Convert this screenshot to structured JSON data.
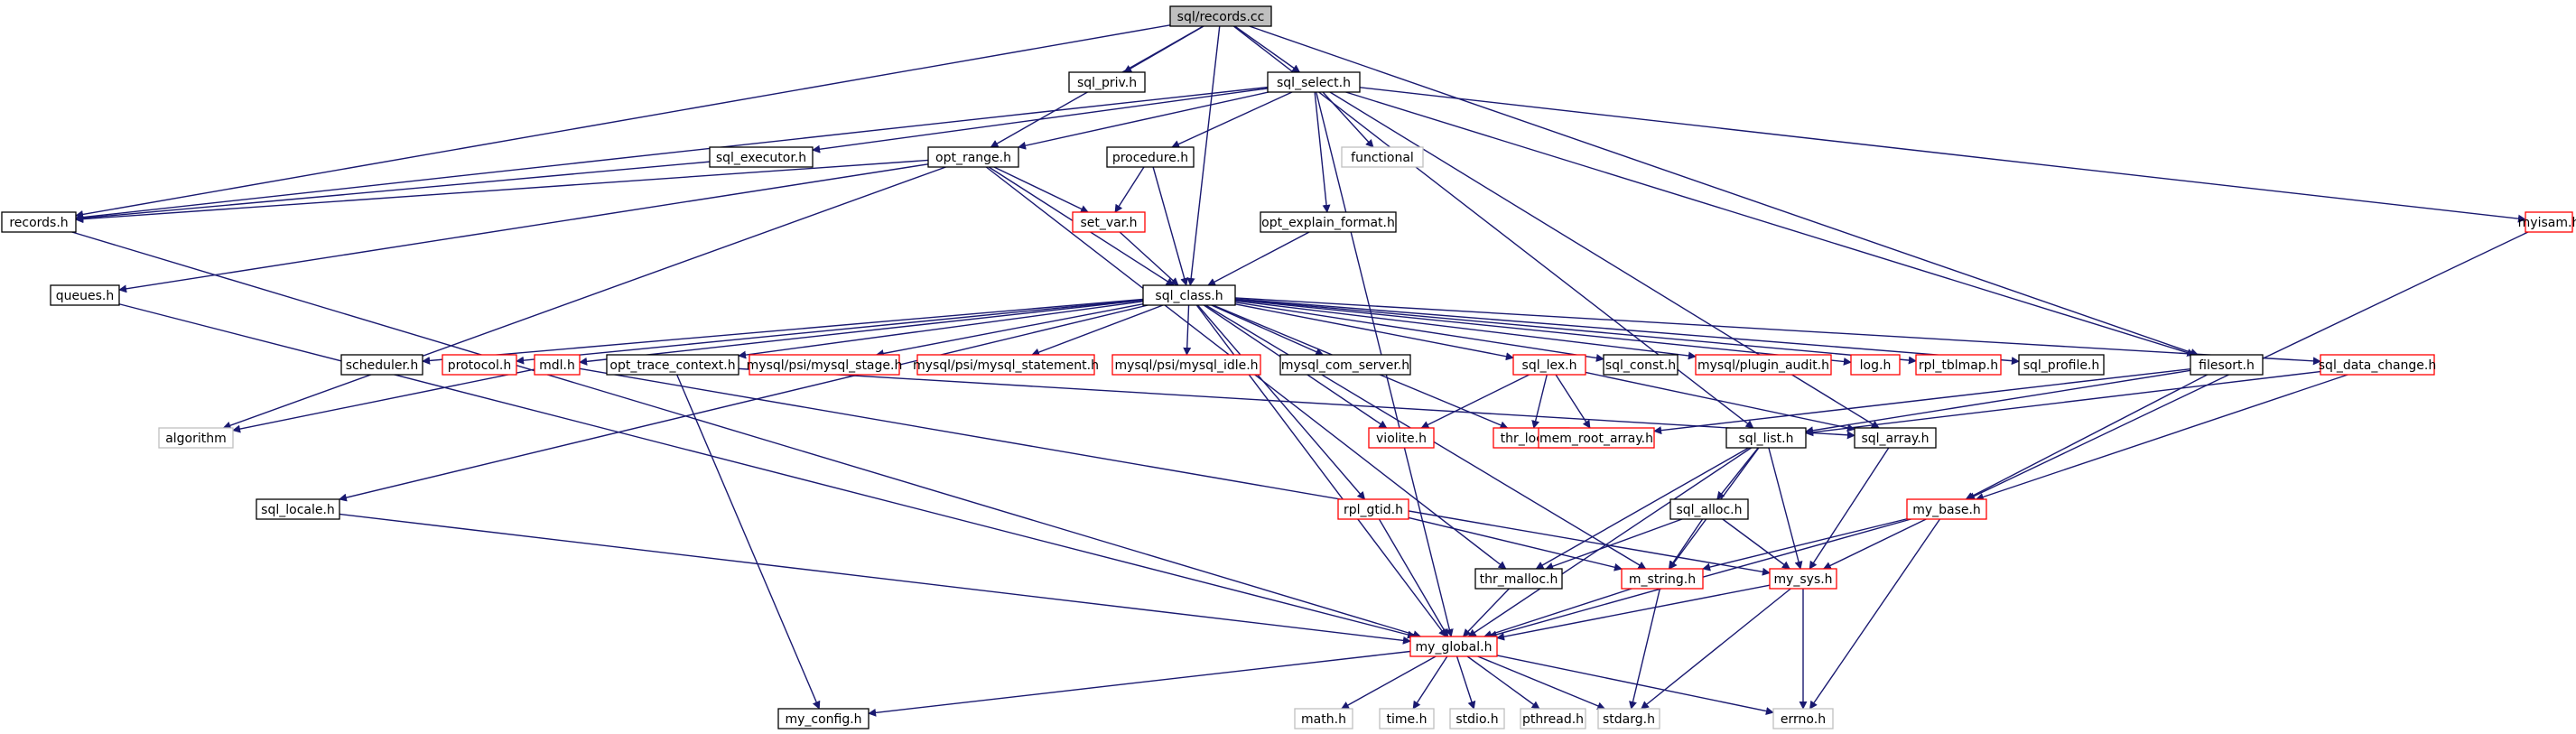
{
  "colors": {
    "edge": "#191970",
    "border_black": "#000000",
    "border_red": "#ff0000",
    "border_grey": "#bfbfbf",
    "root_fill": "#bfbfbf",
    "fill": "#ffffff"
  },
  "nodes": [
    {
      "id": "records_cc",
      "label": "sql/records.cc",
      "style": "root"
    },
    {
      "id": "sql_priv",
      "label": "sql_priv.h",
      "style": "black"
    },
    {
      "id": "sql_select",
      "label": "sql_select.h",
      "style": "black"
    },
    {
      "id": "sql_executor",
      "label": "sql_executor.h",
      "style": "black"
    },
    {
      "id": "opt_range",
      "label": "opt_range.h",
      "style": "black"
    },
    {
      "id": "procedure",
      "label": "procedure.h",
      "style": "black"
    },
    {
      "id": "functional",
      "label": "functional",
      "style": "grey"
    },
    {
      "id": "records_h",
      "label": "records.h",
      "style": "black"
    },
    {
      "id": "set_var",
      "label": "set_var.h",
      "style": "red"
    },
    {
      "id": "opt_explain",
      "label": "opt_explain_format.h",
      "style": "black"
    },
    {
      "id": "myisam",
      "label": "myisam.h",
      "style": "red"
    },
    {
      "id": "queues",
      "label": "queues.h",
      "style": "black"
    },
    {
      "id": "sql_class",
      "label": "sql_class.h",
      "style": "black"
    },
    {
      "id": "scheduler",
      "label": "scheduler.h",
      "style": "black"
    },
    {
      "id": "protocol",
      "label": "protocol.h",
      "style": "red"
    },
    {
      "id": "mdl",
      "label": "mdl.h",
      "style": "red"
    },
    {
      "id": "opt_trace_ctx",
      "label": "opt_trace_context.h",
      "style": "black"
    },
    {
      "id": "psi_stage",
      "label": "mysql/psi/mysql_stage.h",
      "style": "red"
    },
    {
      "id": "psi_statement",
      "label": "mysql/psi/mysql_statement.h",
      "style": "red"
    },
    {
      "id": "psi_idle",
      "label": "mysql/psi/mysql_idle.h",
      "style": "red"
    },
    {
      "id": "com_server",
      "label": "mysql_com_server.h",
      "style": "black"
    },
    {
      "id": "sql_lex",
      "label": "sql_lex.h",
      "style": "red"
    },
    {
      "id": "sql_const",
      "label": "sql_const.h",
      "style": "black"
    },
    {
      "id": "plugin_audit",
      "label": "mysql/plugin_audit.h",
      "style": "red"
    },
    {
      "id": "log_h",
      "label": "log.h",
      "style": "red"
    },
    {
      "id": "rpl_tblmap",
      "label": "rpl_tblmap.h",
      "style": "red"
    },
    {
      "id": "sql_profile",
      "label": "sql_profile.h",
      "style": "black"
    },
    {
      "id": "filesort",
      "label": "filesort.h",
      "style": "black"
    },
    {
      "id": "sql_data_change",
      "label": "sql_data_change.h",
      "style": "red"
    },
    {
      "id": "algorithm",
      "label": "algorithm",
      "style": "grey"
    },
    {
      "id": "violite",
      "label": "violite.h",
      "style": "red"
    },
    {
      "id": "thr_lock",
      "label": "thr_lock.h",
      "style": "red"
    },
    {
      "id": "mem_root_array",
      "label": "mem_root_array.h",
      "style": "red"
    },
    {
      "id": "sql_list",
      "label": "sql_list.h",
      "style": "black"
    },
    {
      "id": "sql_array",
      "label": "sql_array.h",
      "style": "black"
    },
    {
      "id": "sql_locale",
      "label": "sql_locale.h",
      "style": "black"
    },
    {
      "id": "rpl_gtid",
      "label": "rpl_gtid.h",
      "style": "red"
    },
    {
      "id": "sql_alloc",
      "label": "sql_alloc.h",
      "style": "black"
    },
    {
      "id": "my_base",
      "label": "my_base.h",
      "style": "red"
    },
    {
      "id": "thr_malloc",
      "label": "thr_malloc.h",
      "style": "black"
    },
    {
      "id": "m_string",
      "label": "m_string.h",
      "style": "red"
    },
    {
      "id": "my_sys",
      "label": "my_sys.h",
      "style": "red"
    },
    {
      "id": "my_global",
      "label": "my_global.h",
      "style": "red"
    },
    {
      "id": "my_config",
      "label": "my_config.h",
      "style": "black"
    },
    {
      "id": "math_h",
      "label": "math.h",
      "style": "grey"
    },
    {
      "id": "time_h",
      "label": "time.h",
      "style": "grey"
    },
    {
      "id": "stdio_h",
      "label": "stdio.h",
      "style": "grey"
    },
    {
      "id": "pthread_h",
      "label": "pthread.h",
      "style": "grey"
    },
    {
      "id": "stdarg_h",
      "label": "stdarg.h",
      "style": "grey"
    },
    {
      "id": "errno_h",
      "label": "errno.h",
      "style": "grey"
    }
  ],
  "edges": [
    [
      "records_cc",
      "sql_priv"
    ],
    [
      "records_cc",
      "sql_select"
    ],
    [
      "records_cc",
      "records_h"
    ],
    [
      "records_cc",
      "opt_range"
    ],
    [
      "records_cc",
      "sql_class"
    ],
    [
      "records_cc",
      "filesort"
    ],
    [
      "records_cc",
      "sql_list"
    ],
    [
      "sql_select",
      "sql_executor"
    ],
    [
      "sql_select",
      "opt_range"
    ],
    [
      "sql_select",
      "procedure"
    ],
    [
      "sql_select",
      "functional"
    ],
    [
      "sql_select",
      "opt_explain"
    ],
    [
      "sql_select",
      "myisam"
    ],
    [
      "sql_select",
      "records_h"
    ],
    [
      "sql_select",
      "filesort"
    ],
    [
      "sql_select",
      "sql_array"
    ],
    [
      "sql_select",
      "my_global"
    ],
    [
      "sql_executor",
      "records_h"
    ],
    [
      "opt_range",
      "records_h"
    ],
    [
      "opt_range",
      "queues"
    ],
    [
      "opt_range",
      "algorithm"
    ],
    [
      "opt_range",
      "set_var"
    ],
    [
      "opt_range",
      "sql_class"
    ],
    [
      "opt_range",
      "thr_malloc"
    ],
    [
      "procedure",
      "set_var"
    ],
    [
      "procedure",
      "sql_class"
    ],
    [
      "set_var",
      "sql_class"
    ],
    [
      "opt_explain",
      "sql_class"
    ],
    [
      "myisam",
      "my_base"
    ],
    [
      "records_h",
      "my_global"
    ],
    [
      "queues",
      "my_global"
    ],
    [
      "sql_class",
      "scheduler"
    ],
    [
      "sql_class",
      "protocol"
    ],
    [
      "sql_class",
      "mdl"
    ],
    [
      "sql_class",
      "opt_trace_ctx"
    ],
    [
      "sql_class",
      "psi_stage"
    ],
    [
      "sql_class",
      "psi_statement"
    ],
    [
      "sql_class",
      "psi_idle"
    ],
    [
      "sql_class",
      "com_server"
    ],
    [
      "sql_class",
      "sql_lex"
    ],
    [
      "sql_class",
      "sql_const"
    ],
    [
      "sql_class",
      "plugin_audit"
    ],
    [
      "sql_class",
      "log_h"
    ],
    [
      "sql_class",
      "rpl_tblmap"
    ],
    [
      "sql_class",
      "sql_profile"
    ],
    [
      "sql_class",
      "sql_data_change"
    ],
    [
      "sql_class",
      "violite"
    ],
    [
      "sql_class",
      "thr_lock"
    ],
    [
      "sql_class",
      "sql_locale"
    ],
    [
      "sql_class",
      "rpl_gtid"
    ],
    [
      "sql_class",
      "m_string"
    ],
    [
      "sql_class",
      "my_global"
    ],
    [
      "mdl",
      "algorithm"
    ],
    [
      "mdl",
      "my_sys"
    ],
    [
      "opt_trace_ctx",
      "my_config"
    ],
    [
      "opt_trace_ctx",
      "sql_array"
    ],
    [
      "sql_lex",
      "violite"
    ],
    [
      "sql_lex",
      "thr_lock"
    ],
    [
      "sql_lex",
      "mem_root_array"
    ],
    [
      "sql_lex",
      "sql_array"
    ],
    [
      "filesort",
      "sql_list"
    ],
    [
      "filesort",
      "mem_root_array"
    ],
    [
      "filesort",
      "my_base"
    ],
    [
      "sql_data_change",
      "sql_list"
    ],
    [
      "sql_data_change",
      "my_base"
    ],
    [
      "sql_list",
      "sql_alloc"
    ],
    [
      "sql_list",
      "thr_malloc"
    ],
    [
      "sql_list",
      "m_string"
    ],
    [
      "sql_list",
      "my_sys"
    ],
    [
      "sql_list",
      "my_global"
    ],
    [
      "sql_array",
      "my_sys"
    ],
    [
      "sql_locale",
      "my_global"
    ],
    [
      "rpl_gtid",
      "m_string"
    ],
    [
      "rpl_gtid",
      "my_global"
    ],
    [
      "sql_alloc",
      "thr_malloc"
    ],
    [
      "sql_alloc",
      "m_string"
    ],
    [
      "sql_alloc",
      "my_sys"
    ],
    [
      "my_base",
      "m_string"
    ],
    [
      "my_base",
      "my_sys"
    ],
    [
      "my_base",
      "my_global"
    ],
    [
      "my_base",
      "errno_h"
    ],
    [
      "thr_malloc",
      "my_global"
    ],
    [
      "m_string",
      "my_global"
    ],
    [
      "m_string",
      "stdarg_h"
    ],
    [
      "my_sys",
      "my_global"
    ],
    [
      "my_sys",
      "stdarg_h"
    ],
    [
      "my_sys",
      "errno_h"
    ],
    [
      "my_global",
      "my_config"
    ],
    [
      "my_global",
      "math_h"
    ],
    [
      "my_global",
      "time_h"
    ],
    [
      "my_global",
      "stdio_h"
    ],
    [
      "my_global",
      "pthread_h"
    ],
    [
      "my_global",
      "stdarg_h"
    ],
    [
      "my_global",
      "errno_h"
    ]
  ]
}
